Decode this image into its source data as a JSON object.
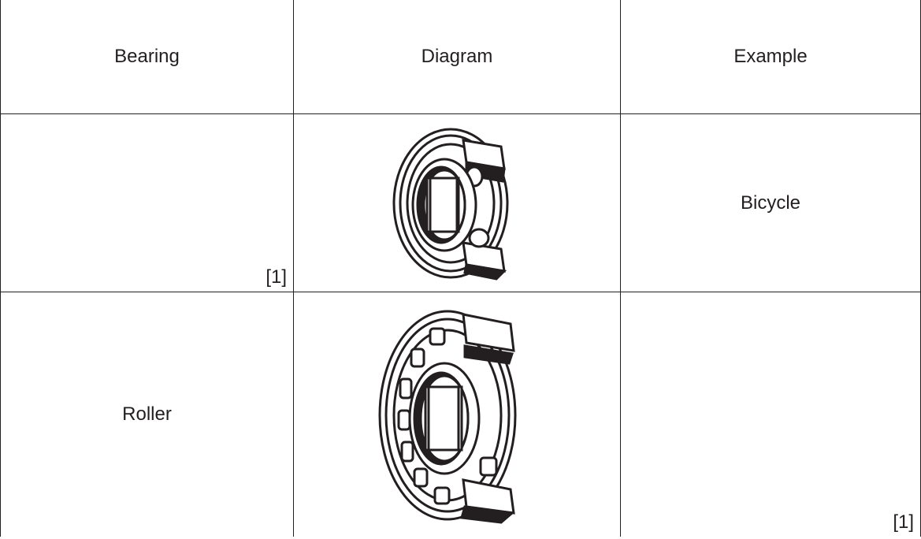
{
  "table": {
    "headers": [
      "Bearing",
      "Diagram",
      "Example"
    ],
    "rows": [
      {
        "bearing": "",
        "example": "Bicycle",
        "mark_bearing": "[1]",
        "diagram_icon": "ball-bearing-icon"
      },
      {
        "bearing": "Roller",
        "example": "",
        "mark_example": "[1]",
        "diagram_icon": "roller-bearing-icon"
      }
    ]
  }
}
